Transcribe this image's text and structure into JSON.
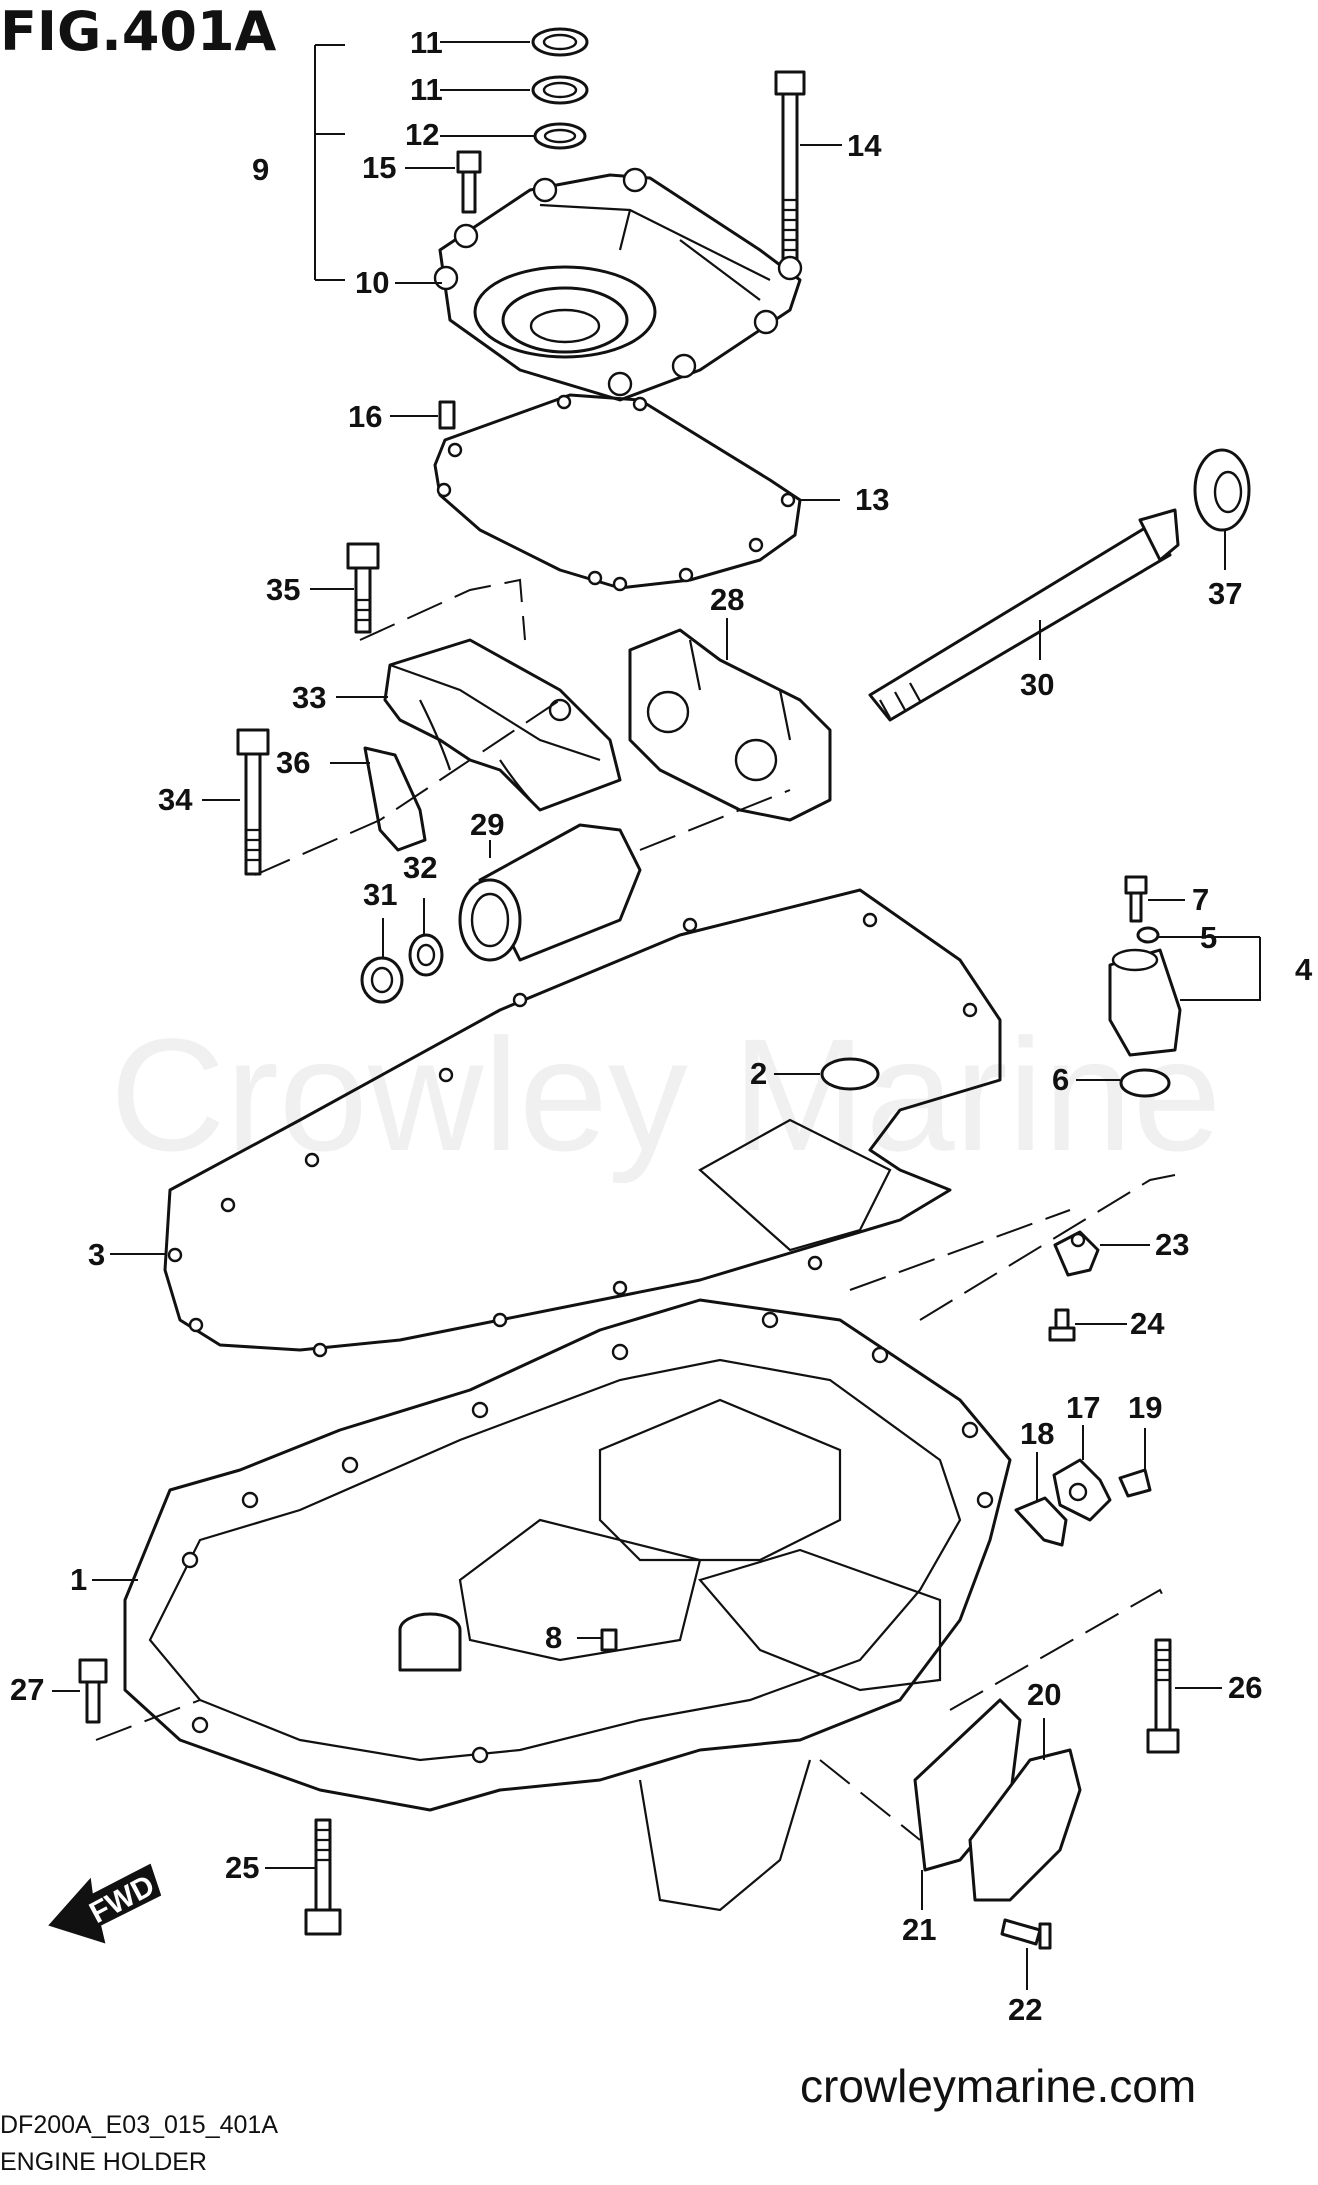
{
  "figure": {
    "title": "FIG.401A",
    "code": "DF200A_E03_015_401A",
    "caption": "ENGINE HOLDER",
    "website": "crowleymarine.com",
    "watermark": "Crowley Marine",
    "fwd_label": "FWD"
  },
  "callouts": [
    {
      "id": "11a",
      "label": "11"
    },
    {
      "id": "11b",
      "label": "11"
    },
    {
      "id": "12",
      "label": "12"
    },
    {
      "id": "9",
      "label": "9"
    },
    {
      "id": "15",
      "label": "15"
    },
    {
      "id": "14",
      "label": "14"
    },
    {
      "id": "10",
      "label": "10"
    },
    {
      "id": "16",
      "label": "16"
    },
    {
      "id": "13",
      "label": "13"
    },
    {
      "id": "35",
      "label": "35"
    },
    {
      "id": "28",
      "label": "28"
    },
    {
      "id": "37",
      "label": "37"
    },
    {
      "id": "33",
      "label": "33"
    },
    {
      "id": "30",
      "label": "30"
    },
    {
      "id": "36",
      "label": "36"
    },
    {
      "id": "34",
      "label": "34"
    },
    {
      "id": "29",
      "label": "29"
    },
    {
      "id": "32",
      "label": "32"
    },
    {
      "id": "31",
      "label": "31"
    },
    {
      "id": "7",
      "label": "7"
    },
    {
      "id": "5",
      "label": "5"
    },
    {
      "id": "4",
      "label": "4"
    },
    {
      "id": "2",
      "label": "2"
    },
    {
      "id": "6",
      "label": "6"
    },
    {
      "id": "3",
      "label": "3"
    },
    {
      "id": "23",
      "label": "23"
    },
    {
      "id": "24",
      "label": "24"
    },
    {
      "id": "17",
      "label": "17"
    },
    {
      "id": "19",
      "label": "19"
    },
    {
      "id": "18",
      "label": "18"
    },
    {
      "id": "1",
      "label": "1"
    },
    {
      "id": "8",
      "label": "8"
    },
    {
      "id": "27",
      "label": "27"
    },
    {
      "id": "26",
      "label": "26"
    },
    {
      "id": "20",
      "label": "20"
    },
    {
      "id": "25",
      "label": "25"
    },
    {
      "id": "21",
      "label": "21"
    },
    {
      "id": "22",
      "label": "22"
    }
  ]
}
